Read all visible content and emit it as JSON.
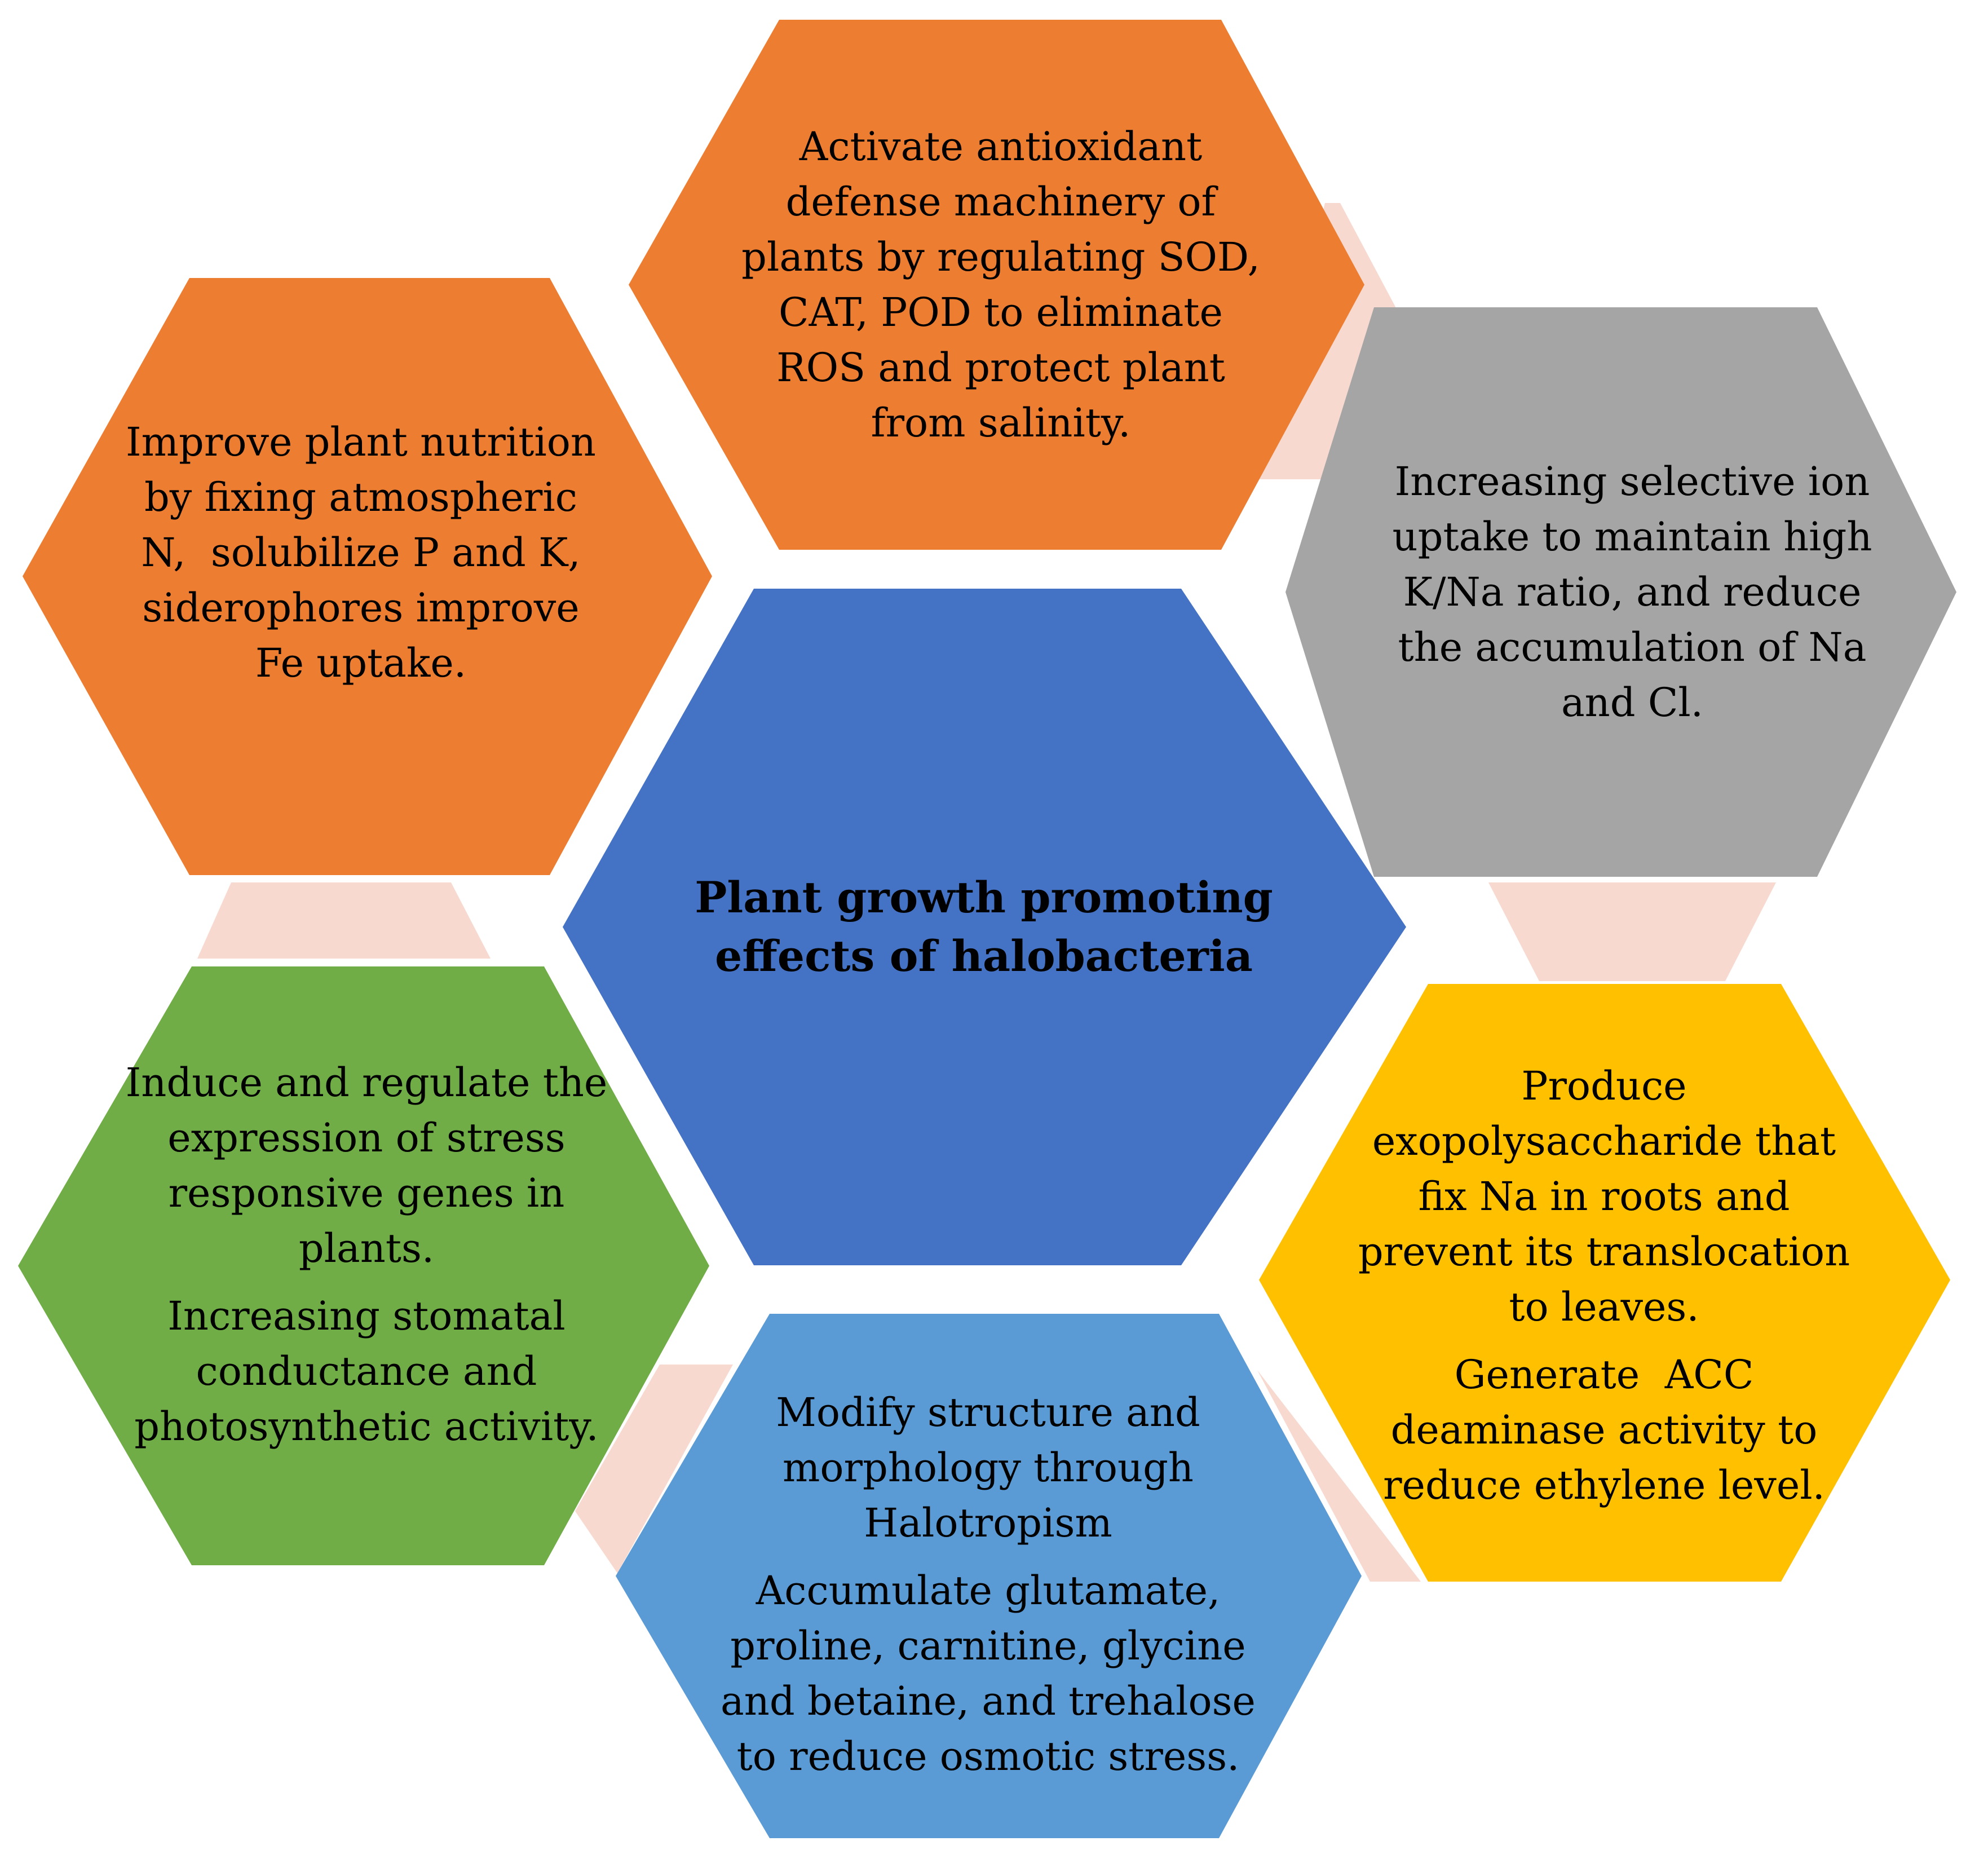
{
  "center": {
    "lines": [
      "Plant growth promoting",
      "effects of halobacteria"
    ],
    "fill": "#4472C4"
  },
  "nodes": [
    {
      "id": "antioxidant",
      "fill": "#ED7D31",
      "paragraphs": [
        [
          "Activate antioxidant",
          "defense machinery of",
          "plants by regulating SOD,",
          "CAT, POD to eliminate",
          "ROS and protect plant",
          "from salinity."
        ]
      ]
    },
    {
      "id": "ion-uptake",
      "fill": "#A5A5A5",
      "paragraphs": [
        [
          "Increasing selective ion",
          "uptake to maintain high",
          "K/Na ratio, and reduce",
          "the accumulation of Na",
          "and Cl."
        ]
      ]
    },
    {
      "id": "exopolysaccharide",
      "fill": "#FFC000",
      "paragraphs": [
        [
          "Produce",
          "exopolysaccharide that",
          "fix Na in roots and",
          "prevent its translocation",
          "to leaves."
        ],
        [
          "Generate  ACC",
          "deaminase activity to",
          "reduce ethylene level."
        ]
      ]
    },
    {
      "id": "halotropism",
      "fill": "#5B9BD5",
      "paragraphs": [
        [
          "Modify structure and",
          "morphology through",
          "Halotropism"
        ],
        [
          "Accumulate glutamate,",
          "proline, carnitine, glycine",
          "and betaine, and trehalose",
          "to reduce osmotic stress."
        ]
      ]
    },
    {
      "id": "stress-genes",
      "fill": "#70AD47",
      "paragraphs": [
        [
          "Induce and regulate the",
          "expression of stress",
          "responsive genes in",
          "plants."
        ],
        [
          "Increasing stomatal",
          "conductance and",
          "photosynthetic activity."
        ]
      ]
    },
    {
      "id": "nutrition",
      "fill": "#ED7D31",
      "paragraphs": [
        [
          "Improve plant nutrition",
          "by fixing atmospheric",
          "N,  solubilize P and K,",
          "siderophores improve",
          "Fe uptake."
        ]
      ]
    }
  ],
  "connector_fill": "#F8D9CF"
}
